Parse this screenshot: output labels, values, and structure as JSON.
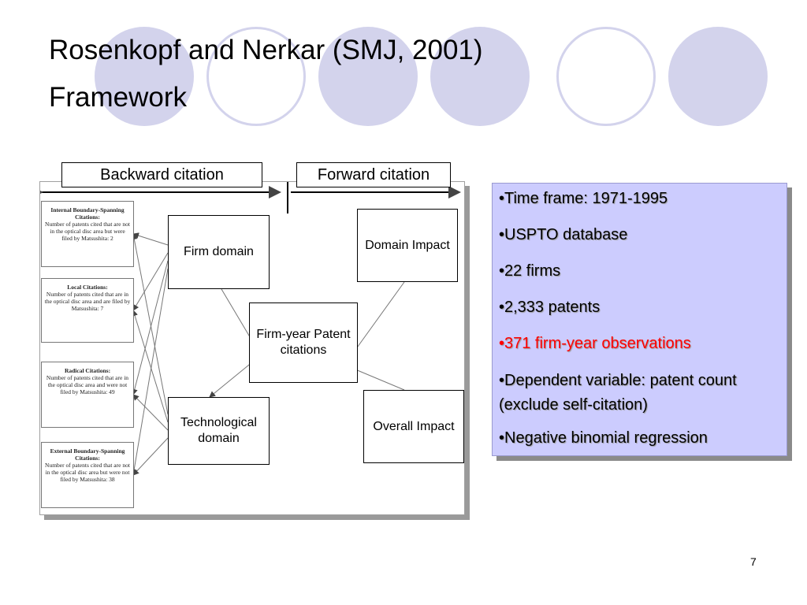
{
  "title_lines": [
    "Rosenkopf and Nerkar (SMJ, 2001)",
    "Framework"
  ],
  "figure": {
    "backward_label": "Backward citation",
    "forward_label": "Forward citation",
    "citation_boxes": [
      {
        "heading": "Internal Boundary-Spanning Citations:",
        "body": "Number of patents cited that are not in the optical disc area but were filed by Matsushita: 2"
      },
      {
        "heading": "Local Citations:",
        "body": "Number of patents cited that are in the optical disc area and are filed by Matsushita: 7"
      },
      {
        "heading": "Radical Citations:",
        "body": "Number of patents cited that are in the optical disc area and were not filed by Matsushita: 49"
      },
      {
        "heading": "External Boundary-Spanning Citations:",
        "body": "Number of patents cited that are not in the optical disc area but were not filed by Matsushita: 38"
      }
    ],
    "nodes": {
      "firm_domain": "Firm domain",
      "domain_impact": "Domain Impact",
      "firm_year": "Firm-year Patent citations",
      "tech_domain": "Technological domain",
      "overall_impact": "Overall Impact"
    }
  },
  "bullets": [
    {
      "text": "•Time frame: 1971-1995",
      "highlight": false
    },
    {
      "text": "•USPTO database",
      "highlight": false
    },
    {
      "text": "•22 firms",
      "highlight": false
    },
    {
      "text": "•2,333 patents",
      "highlight": false
    },
    {
      "text": "•371 firm-year observations",
      "highlight": true
    },
    {
      "text": "•Dependent variable: patent count (exclude self-citation)",
      "highlight": false
    },
    {
      "text": "•Negative binomial regression",
      "highlight": false
    }
  ],
  "page_number": "7",
  "colors": {
    "highlight": "#ff0000",
    "panel": "#ccccfe",
    "decor": "#d3d3ec"
  }
}
